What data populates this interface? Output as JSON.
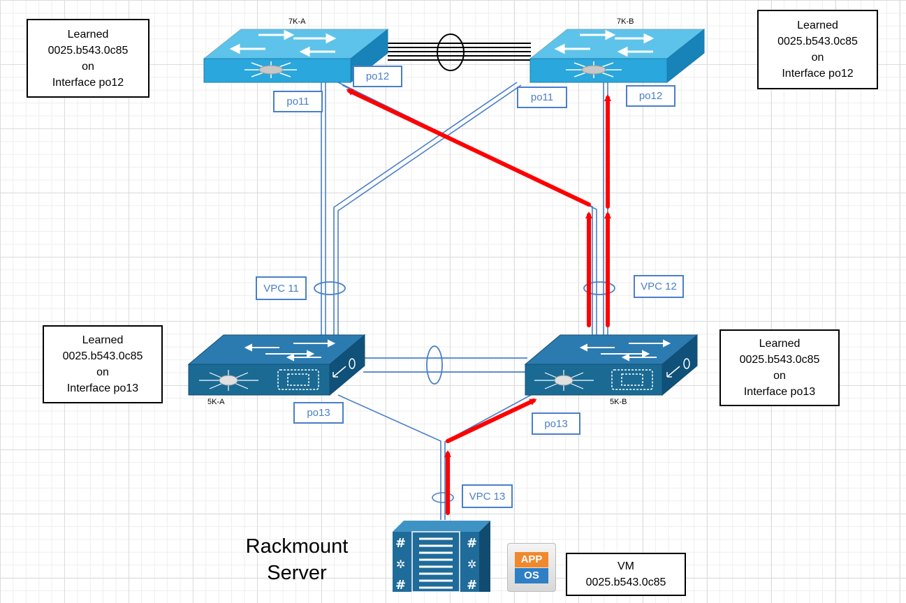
{
  "info_boxes": {
    "box_7k_a": {
      "line1": "Learned",
      "line2": "0025.b543.0c85",
      "line3": "on",
      "line4": "Interface po12"
    },
    "box_7k_b": {
      "line1": "Learned",
      "line2": "0025.b543.0c85",
      "line3": "on",
      "line4": "Interface po12"
    },
    "box_5k_a": {
      "line1": "Learned",
      "line2": "0025.b543.0c85",
      "line3": "on",
      "line4": "Interface po13"
    },
    "box_5k_b": {
      "line1": "Learned",
      "line2": "0025.b543.0c85",
      "line3": "on",
      "line4": "Interface po13"
    },
    "vm": {
      "line1": "VM",
      "line2": "0025.b543.0c85"
    }
  },
  "devices": {
    "switch_7k_a": "7K-A",
    "switch_7k_b": "7K-B",
    "switch_5k_a": "5K-A",
    "switch_5k_b": "5K-B",
    "server_line1": "Rackmount",
    "server_line2": "Server"
  },
  "interface_labels": {
    "a7_po11": "po11",
    "a7_po12": "po12",
    "b7_po11": "po11",
    "b7_po12": "po12",
    "vpc11": "VPC 11",
    "vpc12": "VPC 12",
    "a5_po13": "po13",
    "b5_po13": "po13",
    "vpc13": "VPC 13"
  },
  "app_os_icon": {
    "top": "APP",
    "bottom": "OS"
  },
  "colors": {
    "link": "#4a7fc8",
    "traffic_arrow": "#ff0000",
    "switch_7k": "#2aa7dc",
    "switch_5k": "#1a6a94",
    "server": "#1f6b9a"
  }
}
